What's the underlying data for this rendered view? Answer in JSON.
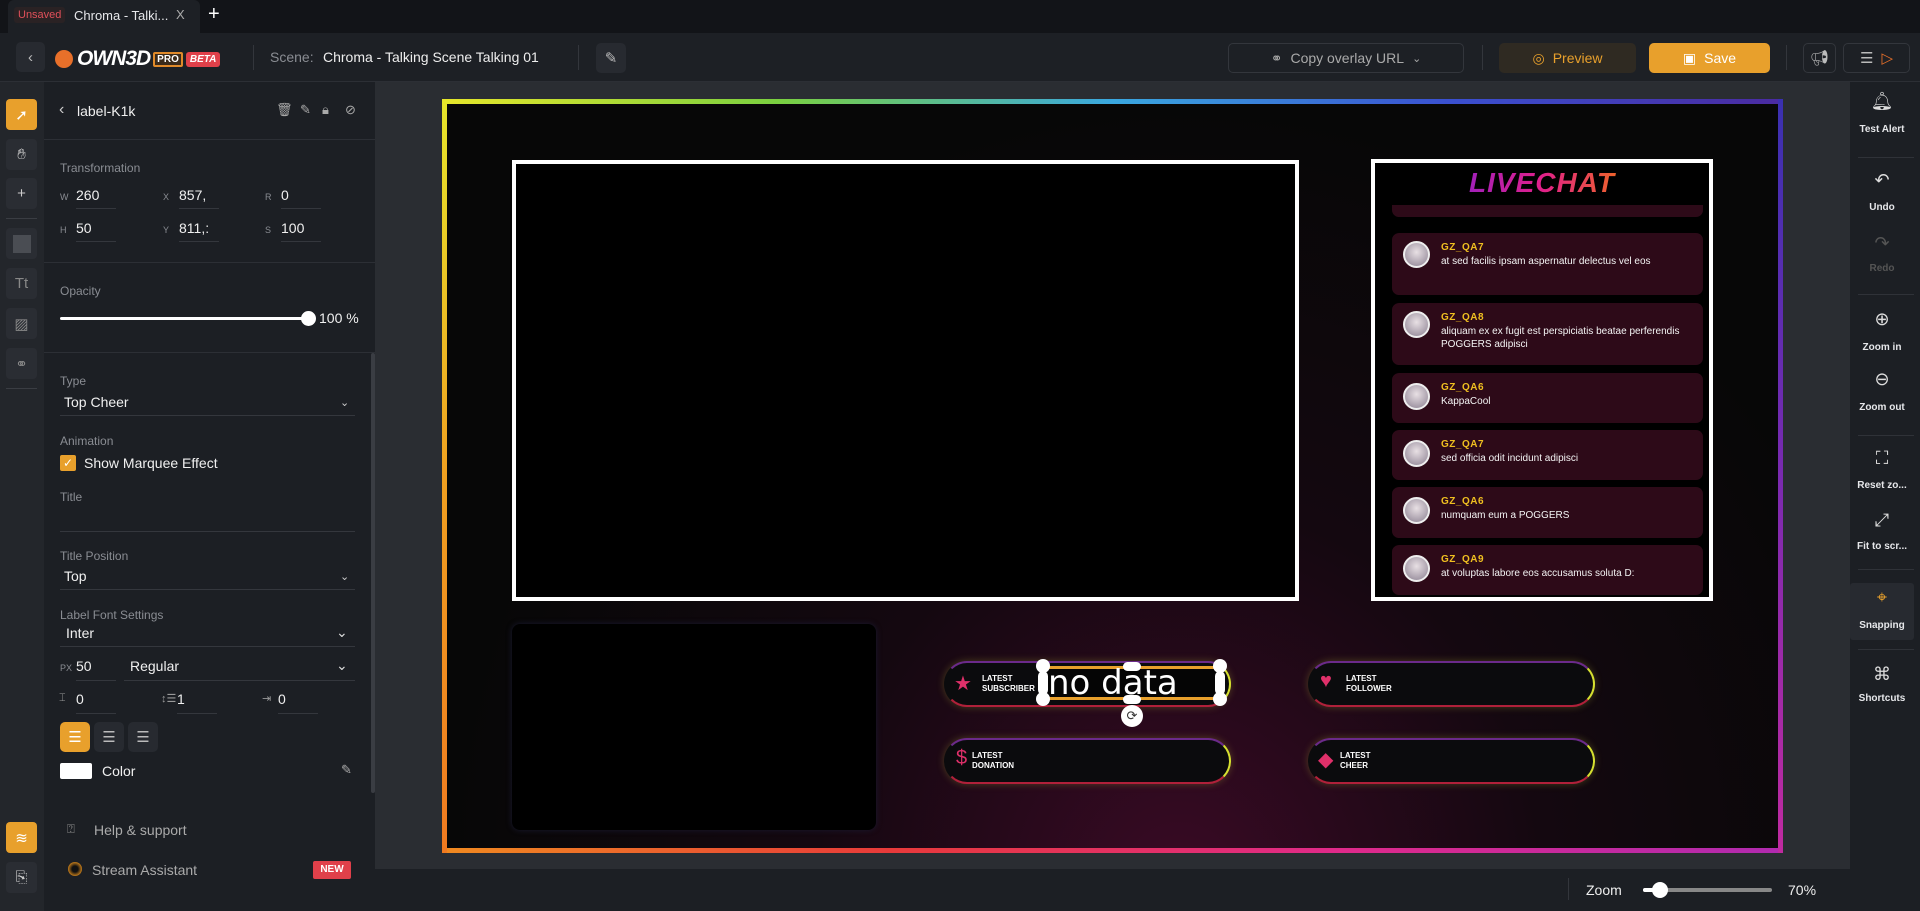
{
  "tab": {
    "status": "Unsaved",
    "title": "Chroma - Talki...",
    "close": "X",
    "new": "+"
  },
  "header": {
    "logo": {
      "own": "OWN3D",
      "pro": "PRO",
      "beta": "BETA"
    },
    "scene_label": "Scene:",
    "scene_name": "Chroma - Talking Scene Talking 01",
    "copy_url": "Copy overlay URL",
    "preview": "Preview",
    "save": "Save"
  },
  "panel": {
    "element_name": "label-K1k",
    "transformation": "Transformation",
    "w_label": "W",
    "w": "260",
    "x_label": "X",
    "x": "857,",
    "r_label": "R",
    "r": "0",
    "h_label": "H",
    "h": "50",
    "y_label": "Y",
    "y": "811,:",
    "s_label": "S",
    "s": "100",
    "opacity_label": "Opacity",
    "opacity": 100,
    "opacity_text": "100 %",
    "type_label": "Type",
    "type": "Top Cheer",
    "animation_label": "Animation",
    "marquee": "Show Marquee Effect",
    "marquee_checked": true,
    "title_label": "Title",
    "title_value": "",
    "title_position_label": "Title Position",
    "title_position": "Top",
    "font_settings_label": "Label Font Settings",
    "font": "Inter",
    "px_label": "PX",
    "font_size": "50",
    "font_weight": "Regular",
    "letter_spacing": "0",
    "line_height": "1",
    "indent": "0",
    "color_label": "Color",
    "color": "#ffffff",
    "help": "Help & support",
    "assistant": "Stream Assistant",
    "new_badge": "NEW"
  },
  "right_toolbar": [
    {
      "label": "Test Alert",
      "icon": "bell-icon"
    },
    {
      "label": "Undo",
      "icon": "undo-icon"
    },
    {
      "label": "Redo",
      "icon": "redo-icon"
    },
    {
      "label": "Zoom in",
      "icon": "zoom-in-icon"
    },
    {
      "label": "Zoom out",
      "icon": "zoom-out-icon"
    },
    {
      "label": "Reset zo...",
      "icon": "reset-zoom-icon"
    },
    {
      "label": "Fit to scr...",
      "icon": "fit-screen-icon"
    },
    {
      "label": "Snapping",
      "icon": "snapping-icon"
    },
    {
      "label": "Shortcuts",
      "icon": "command-icon"
    }
  ],
  "overlay": {
    "livechat_title": "LIVECHAT",
    "messages": [
      {
        "user": "GZ_QA7",
        "text": "at sed facilis ipsam aspernatur delectus vel eos"
      },
      {
        "user": "GZ_QA8",
        "text": "aliquam ex ex fugit est perspiciatis beatae perferendis POGGERS adipisci"
      },
      {
        "user": "GZ_QA6",
        "text": "KappaCool"
      },
      {
        "user": "GZ_QA7",
        "text": "sed officia odit incidunt adipisci"
      },
      {
        "user": "GZ_QA6",
        "text": "numquam eum a POGGERS"
      },
      {
        "user": "GZ_QA9",
        "text": "at voluptas labore eos accusamus soluta D:"
      }
    ],
    "widgets": {
      "subscriber": {
        "line1": "LATEST",
        "line2": "SUBSCRIBER"
      },
      "follower": {
        "line1": "LATEST",
        "line2": "FOLLOWER"
      },
      "donation": {
        "line1": "LATEST",
        "line2": "DONATION"
      },
      "cheer": {
        "line1": "LATEST",
        "line2": "CHEER"
      }
    },
    "selected_text": "no data"
  },
  "zoom": {
    "label": "Zoom",
    "value": 70,
    "text": "70%"
  },
  "colors": {
    "accent": "#e8a02c",
    "badge": "#e0404a",
    "chat_name": "#f0c020"
  }
}
